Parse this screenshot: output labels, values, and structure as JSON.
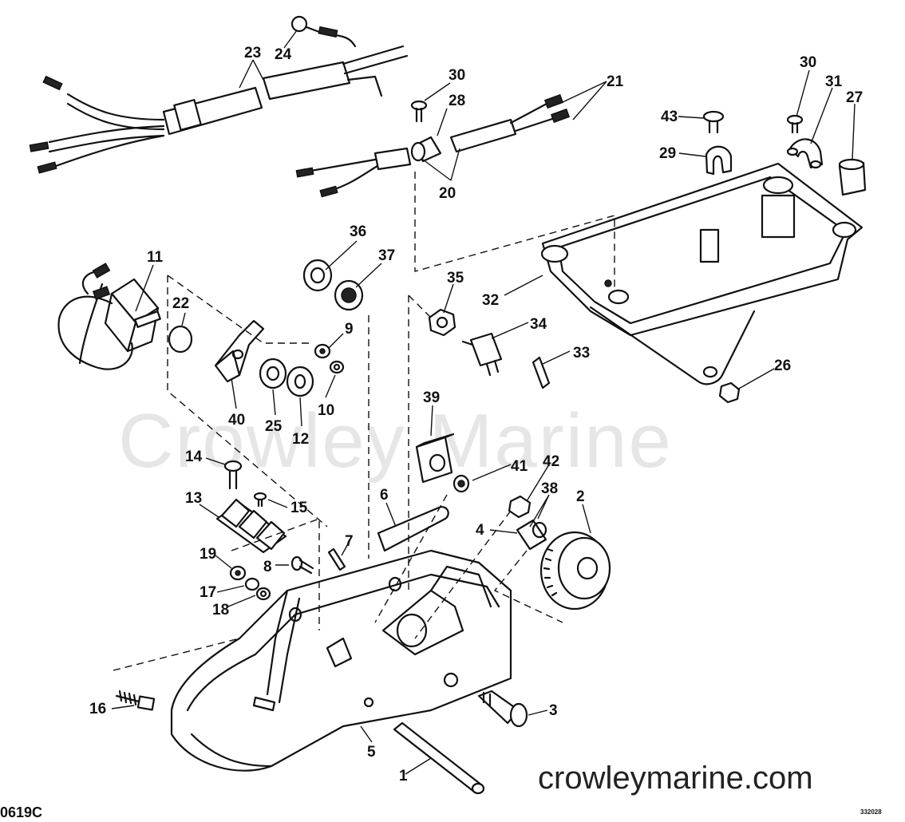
{
  "diagram": {
    "watermark": "Crowley Marine",
    "site_url": "crowleymarine.com",
    "figure_id": "0619C",
    "catalog_code": "332028"
  },
  "callouts": [
    "1",
    "2",
    "3",
    "4",
    "5",
    "6",
    "7",
    "8",
    "9",
    "10",
    "11",
    "12",
    "13",
    "14",
    "15",
    "16",
    "17",
    "18",
    "19",
    "20",
    "21",
    "22",
    "23",
    "24",
    "25",
    "26",
    "27",
    "28",
    "29",
    "30",
    "30",
    "31",
    "32",
    "33",
    "34",
    "35",
    "36",
    "37",
    "38",
    "39",
    "40",
    "41",
    "42",
    "43"
  ]
}
